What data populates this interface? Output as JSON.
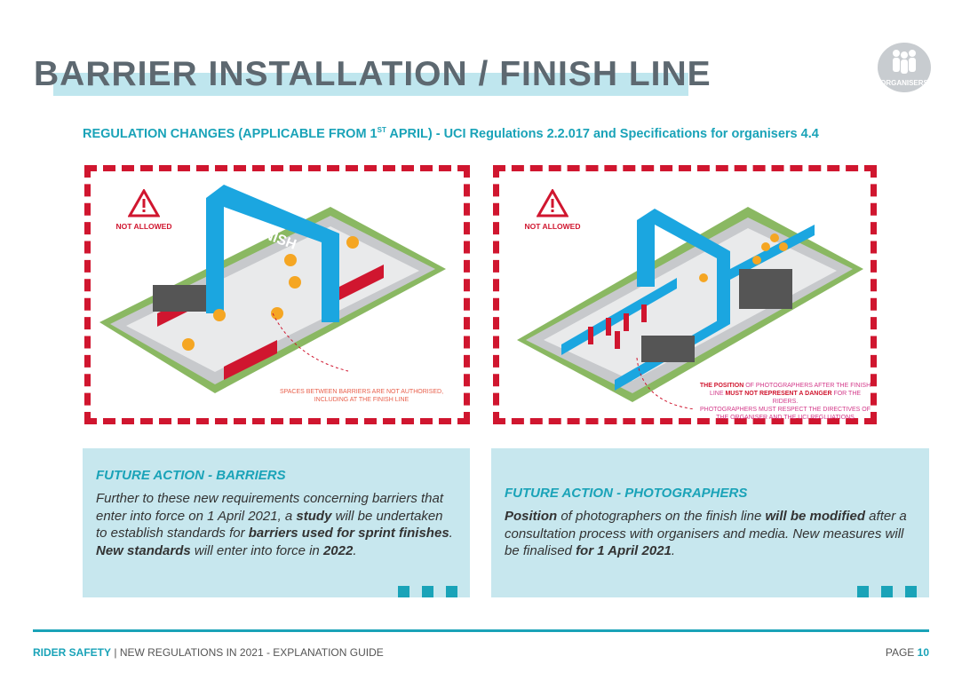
{
  "title": "BARRIER INSTALLATION / FINISH LINE",
  "badge": "ORGANISERS",
  "subtitle": {
    "pre": "REGULATION CHANGES (APPLICABLE FROM 1",
    "sup": "ST",
    "post": " APRIL) - UCI Regulations 2.2.017 and Specifications for organisers 4.4"
  },
  "left_panel": {
    "warning": "NOT ALLOWED",
    "arch_text": "FINISH",
    "note_line1": "SPACES BETWEEN BARRIERS ARE NOT AUTHORISED,",
    "note_line2": "INCLUDING AT THE FINISH LINE"
  },
  "right_panel": {
    "warning": "NOT ALLOWED",
    "note_b1": "THE POSITION",
    "note_t1": " OF PHOTOGRAPHERS AFTER THE FINISH",
    "note_t2": "LINE ",
    "note_b2": "MUST NOT REPRESENT A DANGER",
    "note_t3": " FOR THE RIDERS.",
    "note_t4": "PHOTOGRAPHERS MUST RESPECT THE DIRECTIVES OF",
    "note_t5": "THE ORGANISER AND THE UCI REGLUATIONS"
  },
  "box_left": {
    "heading": "FUTURE ACTION - BARRIERS",
    "t1": "Further to these new requirements concerning barriers that enter into force on 1 April 2021, a ",
    "b1": "study",
    "t2": " will be undertaken to establish standards for ",
    "b2": "barriers used for sprint finishes",
    "t3": ". ",
    "b3": "New standards",
    "t4": " will enter into force in ",
    "b4": "2022",
    "t5": "."
  },
  "box_right": {
    "heading": "FUTURE ACTION - PHOTOGRAPHERS",
    "b1": "Position",
    "t1": " of photographers on the finish line ",
    "b2": "will be modified",
    "t2": " after a consultation process with organisers and media. New measures will be finalised ",
    "b3": "for 1 April 2021",
    "t3": "."
  },
  "footer": {
    "brand": "RIDER SAFETY",
    "sep": " | ",
    "text": "NEW REGULATIONS IN 2021 - EXPLANATION GUIDE",
    "page_label": "PAGE ",
    "page_num": "10"
  }
}
